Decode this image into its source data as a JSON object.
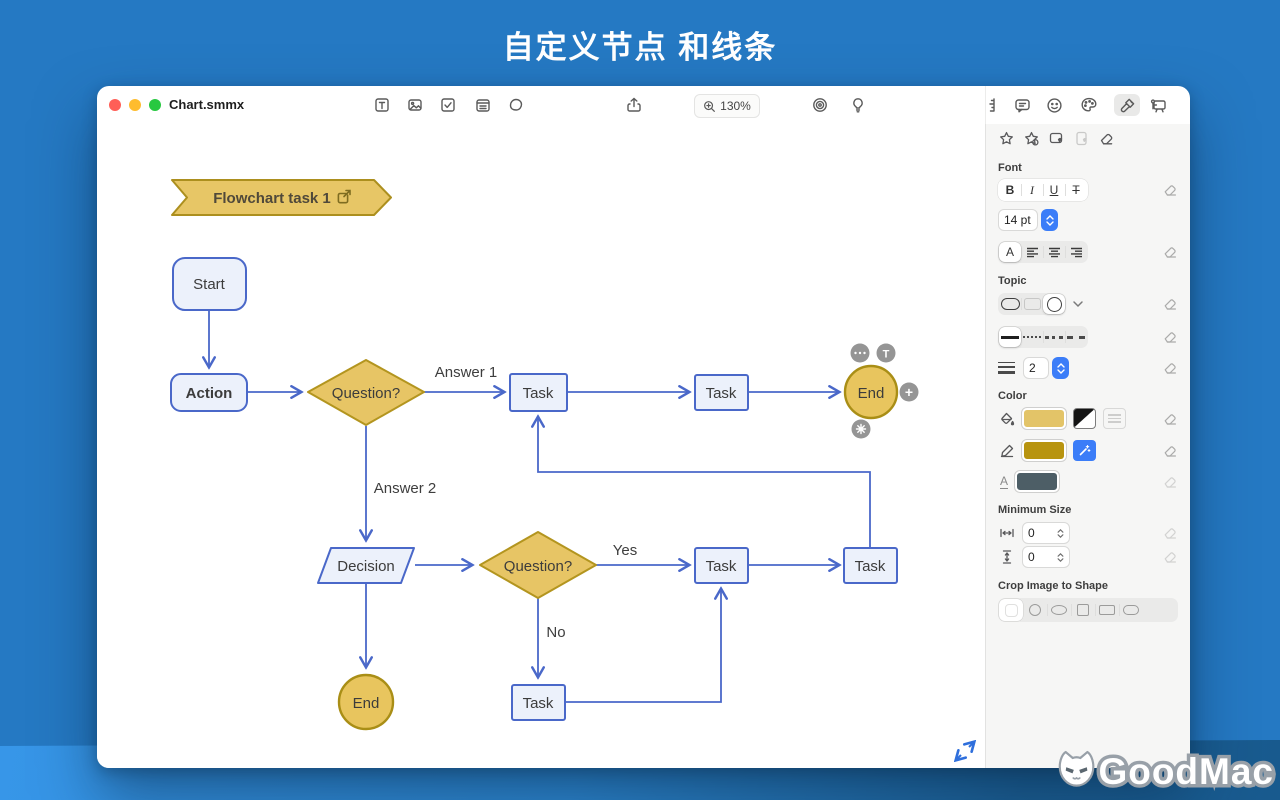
{
  "header": {
    "title": "自定义节点 和线条"
  },
  "titlebar": {
    "document_title": "Chart.smmx",
    "zoom_level": "130%"
  },
  "sidebar": {
    "font": {
      "label": "Font",
      "bold": "B",
      "italic": "I",
      "underline": "U",
      "strikethrough": "T",
      "size_value": "14 pt",
      "auto_align": "A"
    },
    "topic": {
      "label": "Topic",
      "line_width_value": "2"
    },
    "color": {
      "label": "Color",
      "fill_swatch": "#E3C468",
      "stroke_swatch": "#B8940F",
      "text_swatch": "#4D5E66",
      "text_icon": "A"
    },
    "minimum_size": {
      "label": "Minimum Size",
      "width_value": "0",
      "height_value": "0"
    },
    "crop": {
      "label": "Crop Image to Shape"
    }
  },
  "flowchart": {
    "banner_label": "Flowchart task 1",
    "nodes": {
      "start": "Start",
      "action": "Action",
      "question1": "Question?",
      "task1": "Task",
      "task2": "Task",
      "end1": "End",
      "decision": "Decision",
      "question2": "Question?",
      "task3": "Task",
      "task4": "Task",
      "end2": "End",
      "task5": "Task"
    },
    "edge_labels": {
      "answer1": "Answer 1",
      "answer2": "Answer 2",
      "yes": "Yes",
      "no": "No"
    },
    "handles": {
      "text": "T",
      "add": "+"
    }
  },
  "watermark": {
    "text": "GoodMac"
  },
  "colors": {
    "background": "#2579C3",
    "accent": "#3B7DF8",
    "edge": "#4A68C9",
    "node_fill": "#ECF1FB",
    "node_stroke": "#4A68C9",
    "gold_fill": "#E7C565",
    "gold_stroke": "#B0921C"
  }
}
